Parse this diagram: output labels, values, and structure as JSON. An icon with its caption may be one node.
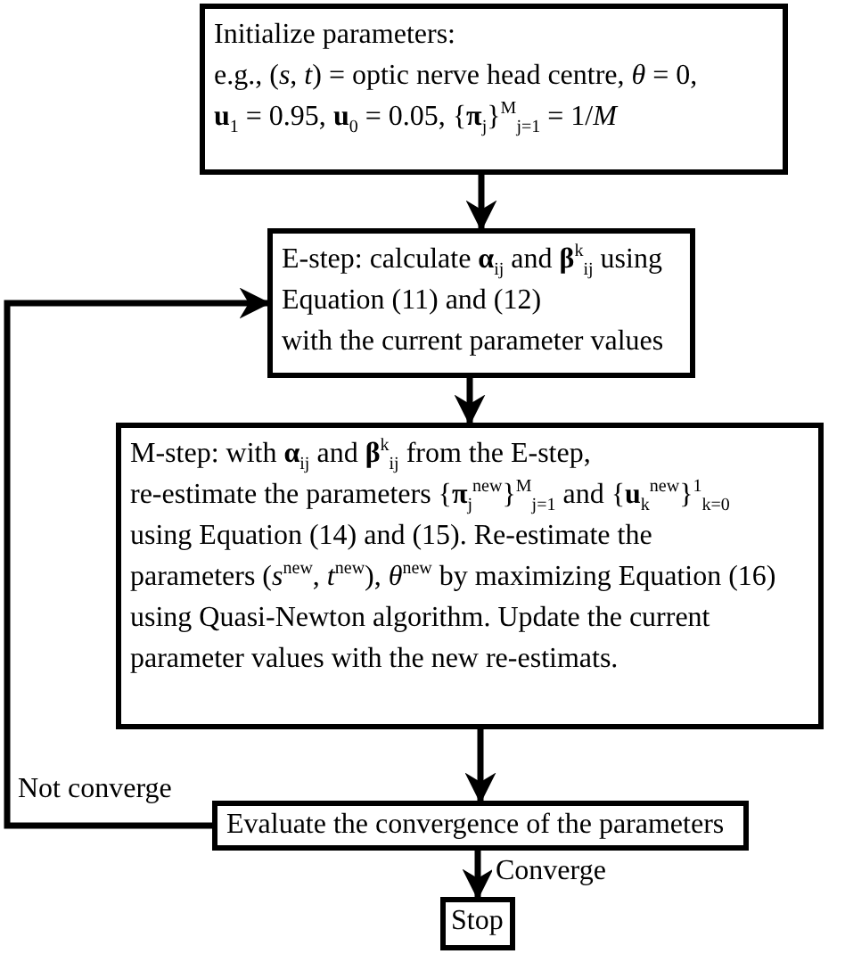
{
  "diagram": {
    "nodes": [
      {
        "text": [
          "Initialize parameters:",
          "e.g., (*s*, *t*) = optic nerve head centre, *θ* = 0,",
          "**u**$_{1}$ = 0.95, **u**$_{0}$ = 0.05, {**π**$_{j}$}$^{M}$$_{j=1}$ = 1/*M*"
        ]
      },
      {
        "text": [
          "E-step: calculate **α**$_{ij}$ and **β**$^{k}$$_{ij}$ using",
          "Equation (11) and (12)",
          "with the current parameter values"
        ]
      },
      {
        "text": [
          "M-step: with **α**$_{ij}$ and **β**$^{k}$$_{ij}$ from the E-step,",
          "re-estimate the parameters {**π**$_{j}$$^{new}$}$^{M}$$_{j=1}$ and {**u**$_{k}$$^{new}$}$^{1}$$_{k=0}$",
          "using Equation (14) and (15). Re-estimate the",
          "parameters (*s*$^{new}$, *t*$^{new}$), *θ*$^{new}$ by maximizing Equation (16)",
          "using Quasi-Newton algorithm. Update the current",
          "parameter values with the new re-estimats."
        ]
      },
      {
        "text": [
          "Evaluate the convergence of the parameters"
        ]
      },
      {
        "text": [
          "Stop"
        ]
      }
    ],
    "edges": [
      {
        "from": 0,
        "to": 1,
        "arrow": "to"
      },
      {
        "from": 1,
        "to": 2,
        "arrow": "to"
      },
      {
        "from": 2,
        "to": 3,
        "arrow": "to"
      },
      {
        "from": 3,
        "to": 1,
        "arrow": "to",
        "label": "Not converge"
      },
      {
        "from": 3,
        "to": 4,
        "arrow": "to",
        "label": "Converge"
      }
    ]
  }
}
